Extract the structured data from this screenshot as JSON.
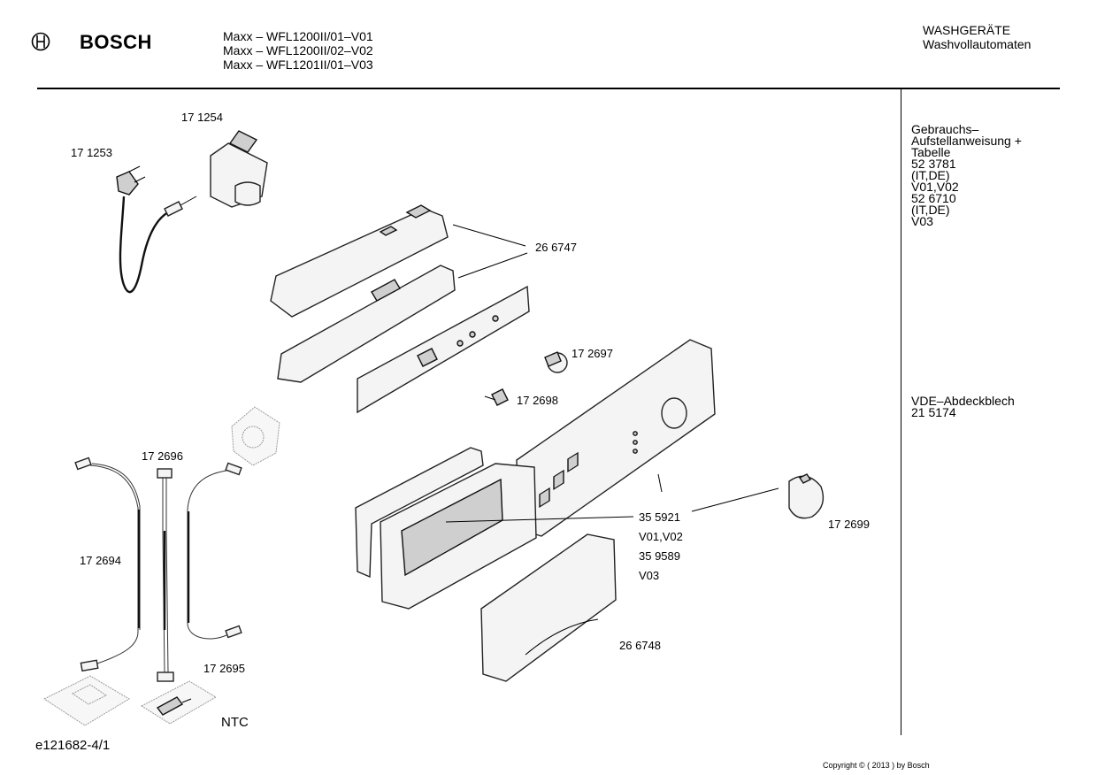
{
  "header": {
    "brand": "BOSCH",
    "models": [
      "Maxx – WFL1200II/01–V01",
      "Maxx – WFL1200II/02–V02",
      "Maxx – WFL1201II/01–V03"
    ],
    "category": [
      "WASHGERÄTE",
      "Washvollautomaten"
    ]
  },
  "side_notes": {
    "documents": [
      "Gebrauchs–",
      "Aufstellanweisung +",
      "Tabelle",
      "52 3781",
      "(IT,DE)",
      "V01,V02",
      "52 6710",
      "(IT,DE)",
      "V03"
    ],
    "cover": [
      "VDE–Abdeckblech",
      "21 5174"
    ]
  },
  "parts": {
    "mains_cable": "17 1253",
    "interference_filter": "17 1254",
    "control_module": "26 6747",
    "program_knob": "17 2697",
    "switch_button": "17 2698",
    "control_panel": "35 5921",
    "control_panel_variant1": "V01,V02",
    "control_panel_alt": "35 9589",
    "control_panel_variant2": "V03",
    "selector_knob": "17 2699",
    "detergent_drawer": "26 6748",
    "harness_top": "17 2696",
    "harness_left": "17 2694",
    "harness_right": "17 2695",
    "ntc": "NTC"
  },
  "footer": {
    "diagram_ref": "e121682-4/1",
    "copyright": "Copyright © ( 2013 ) by Bosch"
  },
  "colors": {
    "line": "#000000",
    "background": "#ffffff"
  }
}
